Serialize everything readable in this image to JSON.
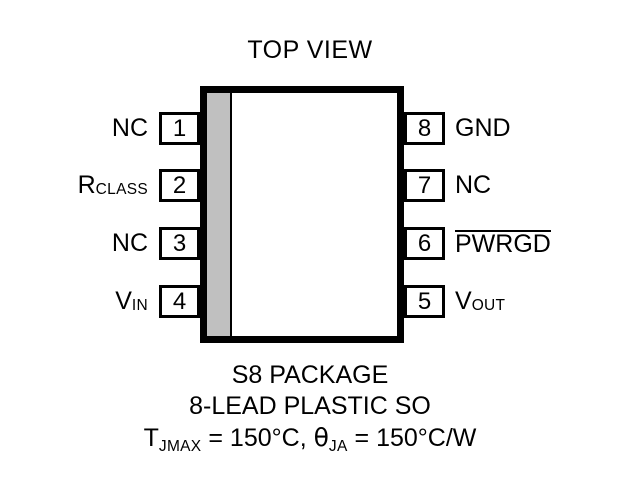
{
  "title": "TOP VIEW",
  "package": {
    "body_fill": "#ffffff",
    "die_strip_color": "#c0c0c0",
    "outline_color": "#000000"
  },
  "pins": {
    "left": [
      {
        "number": "1",
        "name": "NC",
        "subscript": "",
        "overline": false
      },
      {
        "number": "2",
        "name": "R",
        "subscript": "CLASS",
        "overline": false
      },
      {
        "number": "3",
        "name": "NC",
        "subscript": "",
        "overline": false
      },
      {
        "number": "4",
        "name": "V",
        "subscript": "IN",
        "overline": false
      }
    ],
    "right": [
      {
        "number": "8",
        "name": "GND",
        "subscript": "",
        "overline": false
      },
      {
        "number": "7",
        "name": "NC",
        "subscript": "",
        "overline": false
      },
      {
        "number": "6",
        "name": "PWRGD",
        "subscript": "",
        "overline": true
      },
      {
        "number": "5",
        "name": "V",
        "subscript": "OUT",
        "overline": false
      }
    ]
  },
  "caption": {
    "line1": "S8 PACKAGE",
    "line2": "8-LEAD PLASTIC SO",
    "line3": {
      "tj_symbol": "T",
      "tj_subscript": "JMAX",
      "tj_value": " = 150°C, ",
      "theta_symbol": "θ",
      "theta_subscript": "JA",
      "theta_value": " = 150°C/W"
    }
  }
}
